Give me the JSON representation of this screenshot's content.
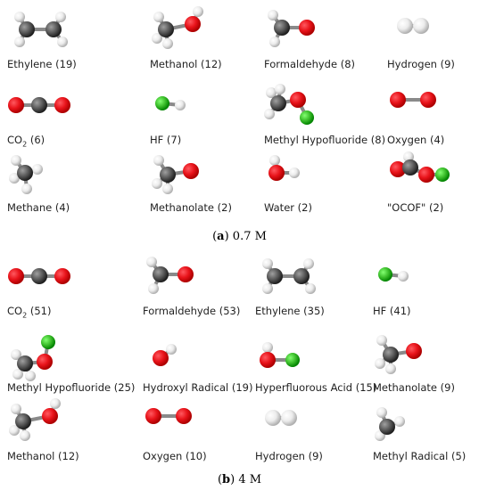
{
  "colors": {
    "C": "#5a5a5a",
    "H": "#ececec",
    "O": "#e8131a",
    "F": "#3dbf2c",
    "bond": "#8a8a8a"
  },
  "panels": [
    {
      "caption_letter": "a",
      "caption_text": " 0.7 M",
      "molecules": [
        {
          "label": "Ethylene (19)",
          "shape": "ethylene"
        },
        {
          "label": "Methanol (12)",
          "shape": "methanol"
        },
        {
          "label": "Formaldehyde (8)",
          "shape": "formaldehyde"
        },
        {
          "label": "Hydrogen (9)",
          "shape": "hydrogen"
        },
        {
          "label": "CO",
          "label_sub": "2",
          "label_suffix": " (6)",
          "shape": "co2"
        },
        {
          "label": "HF (7)",
          "shape": "hf"
        },
        {
          "label": "Methyl Hypofluoride (8)",
          "shape": "methylhypofluoride"
        },
        {
          "label": "Oxygen (4)",
          "shape": "oxygen"
        },
        {
          "label": "Methane (4)",
          "shape": "methane"
        },
        {
          "label": "Methanolate (2)",
          "shape": "methanolate"
        },
        {
          "label": "Water (2)",
          "shape": "water"
        },
        {
          "label": "\"OCOF\" (2)",
          "shape": "ocof"
        }
      ]
    },
    {
      "caption_letter": "b",
      "caption_text": " 4 M",
      "molecules": [
        {
          "label": "CO",
          "label_sub": "2",
          "label_suffix": " (51)",
          "shape": "co2"
        },
        {
          "label": "Formaldehyde (53)",
          "shape": "formaldehyde"
        },
        {
          "label": "Ethylene (35)",
          "shape": "ethylene"
        },
        {
          "label": "HF (41)",
          "shape": "hf"
        },
        {
          "label": "Methyl Hypofluoride (25)",
          "shape": "methylhypofluoride_b"
        },
        {
          "label": "Hydroxyl Radical (19)",
          "shape": "hydroxyl"
        },
        {
          "label": "Hyperfluorous Acid (15)",
          "shape": "hypofluorous"
        },
        {
          "label": "Methanolate (9)",
          "shape": "methanolate"
        },
        {
          "label": "Methanol (12)",
          "shape": "methanol"
        },
        {
          "label": "Oxygen (10)",
          "shape": "oxygen"
        },
        {
          "label": "Hydrogen (9)",
          "shape": "hydrogen"
        },
        {
          "label": "Methyl Radical (5)",
          "shape": "methylradical"
        }
      ]
    }
  ]
}
